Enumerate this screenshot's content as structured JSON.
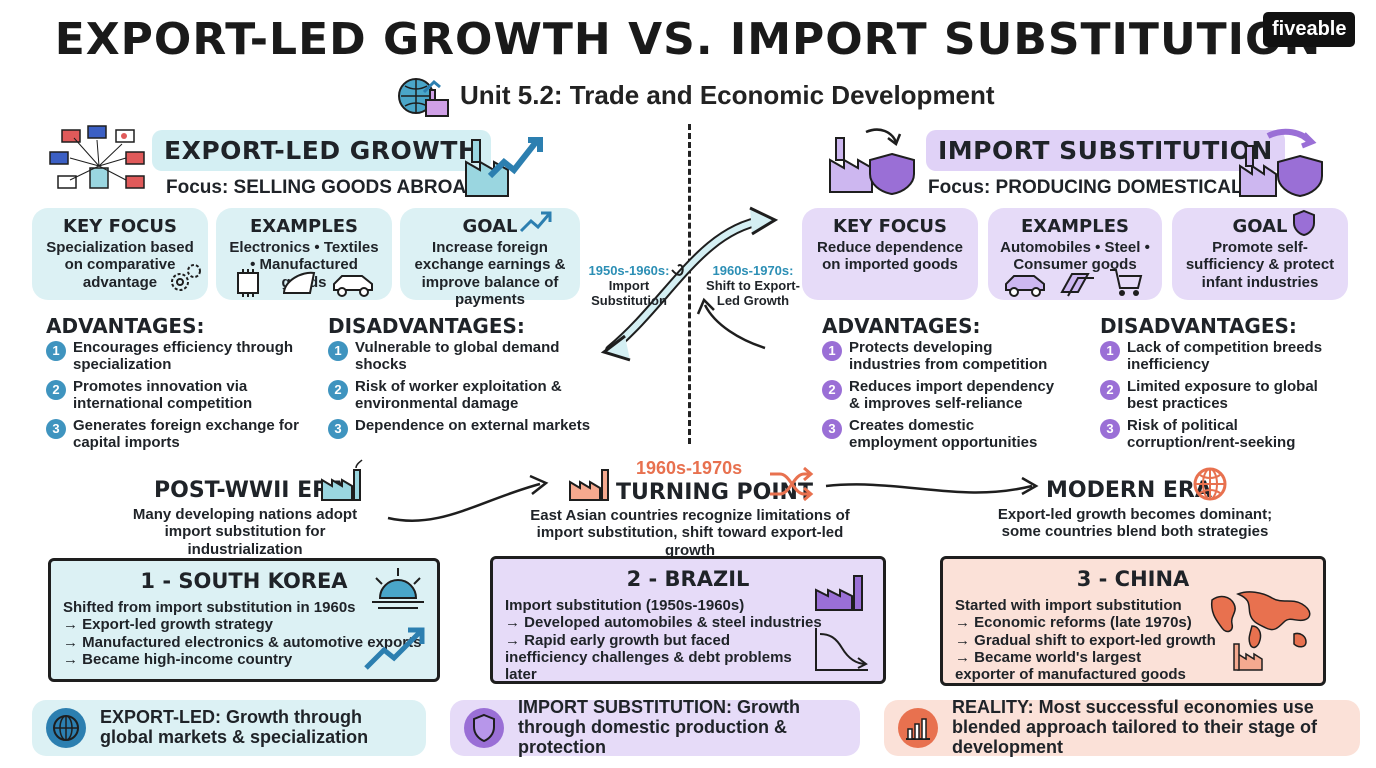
{
  "header": {
    "title": "EXPORT-LED GROWTH VS. IMPORT SUBSTITUTION",
    "subtitle": "Unit 5.2: Trade and Economic Development",
    "logo": "fiveable"
  },
  "export": {
    "heading": "EXPORT-LED GROWTH",
    "focus": "Focus: SELLING GOODS ABROAD",
    "cards": [
      {
        "title": "KEY FOCUS",
        "text": "Specialization based on comparative advantage"
      },
      {
        "title": "EXAMPLES",
        "text": "Electronics • Textiles • Manufactured goods"
      },
      {
        "title": "GOAL",
        "text": "Increase foreign exchange earnings & improve balance of payments"
      }
    ],
    "advantages_heading": "ADVANTAGES:",
    "advantages": [
      "Encourages efficiency through specialization",
      "Promotes innovation via international competition",
      "Generates foreign exchange for capital imports"
    ],
    "disadvantages_heading": "DISADVANTAGES:",
    "disadvantages": [
      "Vulnerable to global demand shocks",
      "Risk of worker exploitation & environmental damage",
      "Dependence on external markets"
    ]
  },
  "import": {
    "heading": "IMPORT SUBSTITUTION",
    "focus": "Focus: PRODUCING DOMESTICALLY",
    "cards": [
      {
        "title": "KEY FOCUS",
        "text": "Reduce dependence on imported goods"
      },
      {
        "title": "EXAMPLES",
        "text": "Automobiles • Steel • Consumer goods"
      },
      {
        "title": "GOAL",
        "text": "Promote self-sufficiency & protect infant industries"
      }
    ],
    "advantages_heading": "ADVANTAGES:",
    "advantages": [
      "Protects developing industries from competition",
      "Reduces import dependency & improves self-reliance",
      "Creates domestic employment opportunities"
    ],
    "disadvantages_heading": "DISADVANTAGES:",
    "disadvantages": [
      "Lack of competition breeds inefficiency",
      "Limited exposure to global best practices",
      "Risk of political corruption/rent-seeking"
    ]
  },
  "middle": {
    "left_years": "1950s-1960s:",
    "left_text": "Import Substitution",
    "right_years": "1960s-1970s:",
    "right_text": "Shift to Export-Led Growth"
  },
  "timeline": {
    "post_war": {
      "heading": "POST-WWII ERA",
      "text": "Many developing nations adopt import substitution for industrialization"
    },
    "turning": {
      "years": "1960s-1970s",
      "heading": "TURNING POINT",
      "text": "East Asian countries recognize limitations of import substitution, shift toward export-led growth"
    },
    "modern": {
      "heading": "MODERN ERA",
      "text": "Export-led growth becomes dominant; some countries blend both strategies"
    }
  },
  "cases": [
    {
      "title": "1 - SOUTH KOREA",
      "lines": [
        "Shifted from import substitution in 1960s",
        "→ Export-led growth strategy",
        "→ Manufactured electronics & automotive exports",
        "→ Became high-income country"
      ]
    },
    {
      "title": "2 - BRAZIL",
      "lines": [
        "Import substitution (1950s-1960s)",
        "→ Developed automobiles & steel industries",
        "→ Rapid early growth but faced inefficiency challenges & debt problems later"
      ]
    },
    {
      "title": "3 - CHINA",
      "lines": [
        "Started with import substitution",
        "→ Economic reforms (late 1970s)",
        "→ Gradual shift to export-led growth",
        "→ Became world's largest exporter of manufactured goods"
      ]
    }
  ],
  "footer": [
    {
      "text": "EXPORT-LED: Growth through global markets & specialization",
      "icon": "globe-icon"
    },
    {
      "text": "IMPORT SUBSTITUTION: Growth through domestic production & protection",
      "icon": "shield-icon"
    },
    {
      "text": "REALITY: Most successful economies use blended approach tailored to their stage of development",
      "icon": "bar-chart-icon"
    }
  ],
  "colors": {
    "teal": "#dcf1f4",
    "purple": "#e6dbf8",
    "coral": "#fbe1d8",
    "accent_orange": "#e8714f"
  }
}
